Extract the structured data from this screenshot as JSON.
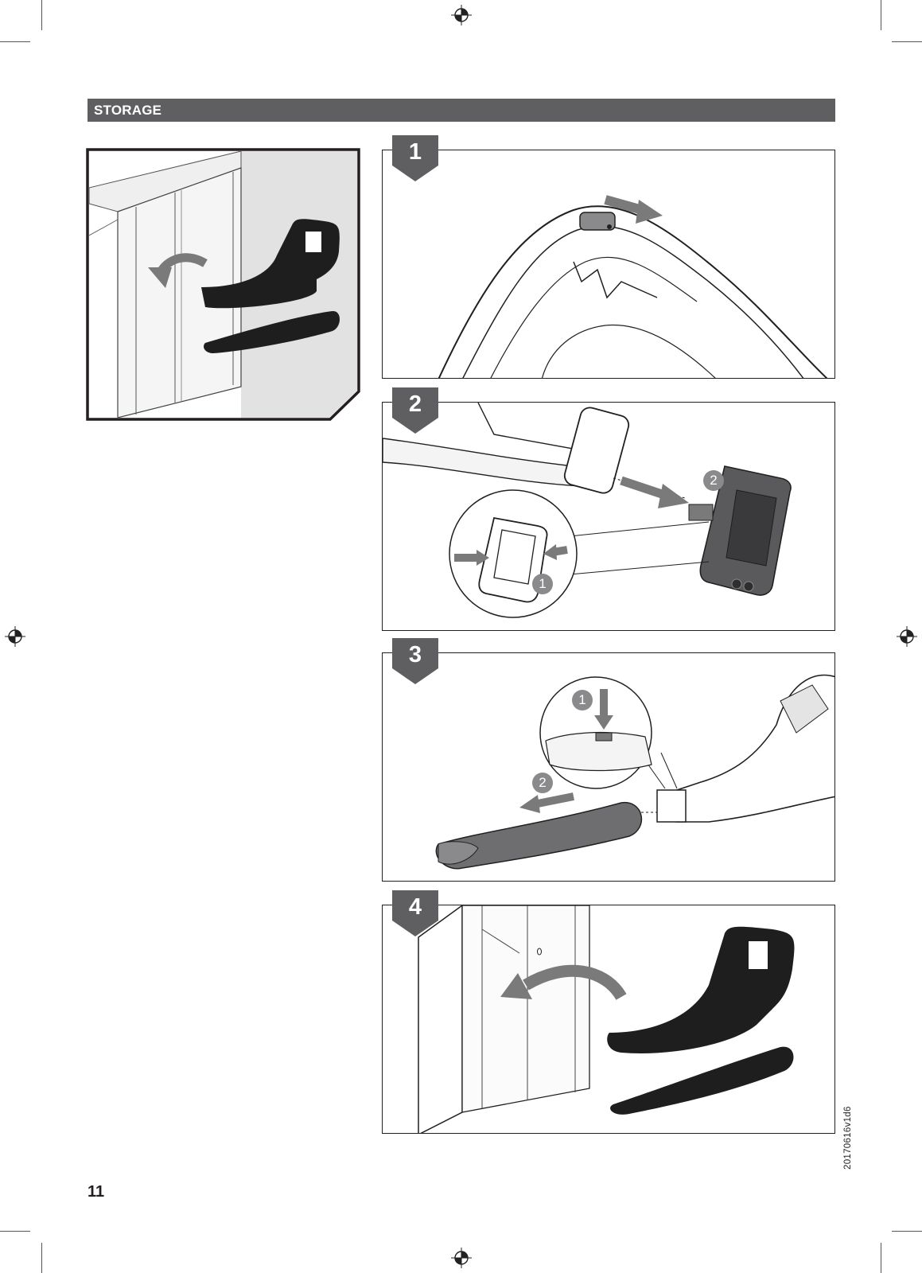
{
  "section": {
    "title": "STORAGE"
  },
  "steps": [
    {
      "number": "1",
      "callouts": []
    },
    {
      "number": "2",
      "callouts": [
        "1",
        "2"
      ]
    },
    {
      "number": "3",
      "callouts": [
        "1",
        "2"
      ]
    },
    {
      "number": "4",
      "callouts": []
    }
  ],
  "footer": {
    "page_number": "11",
    "version_code": "20170616v1d6"
  },
  "colors": {
    "section_bar": "#5f5f61",
    "badge": "#5f5f61",
    "silhouette": "#1e1e1e",
    "callout": "#8a8a8c"
  }
}
